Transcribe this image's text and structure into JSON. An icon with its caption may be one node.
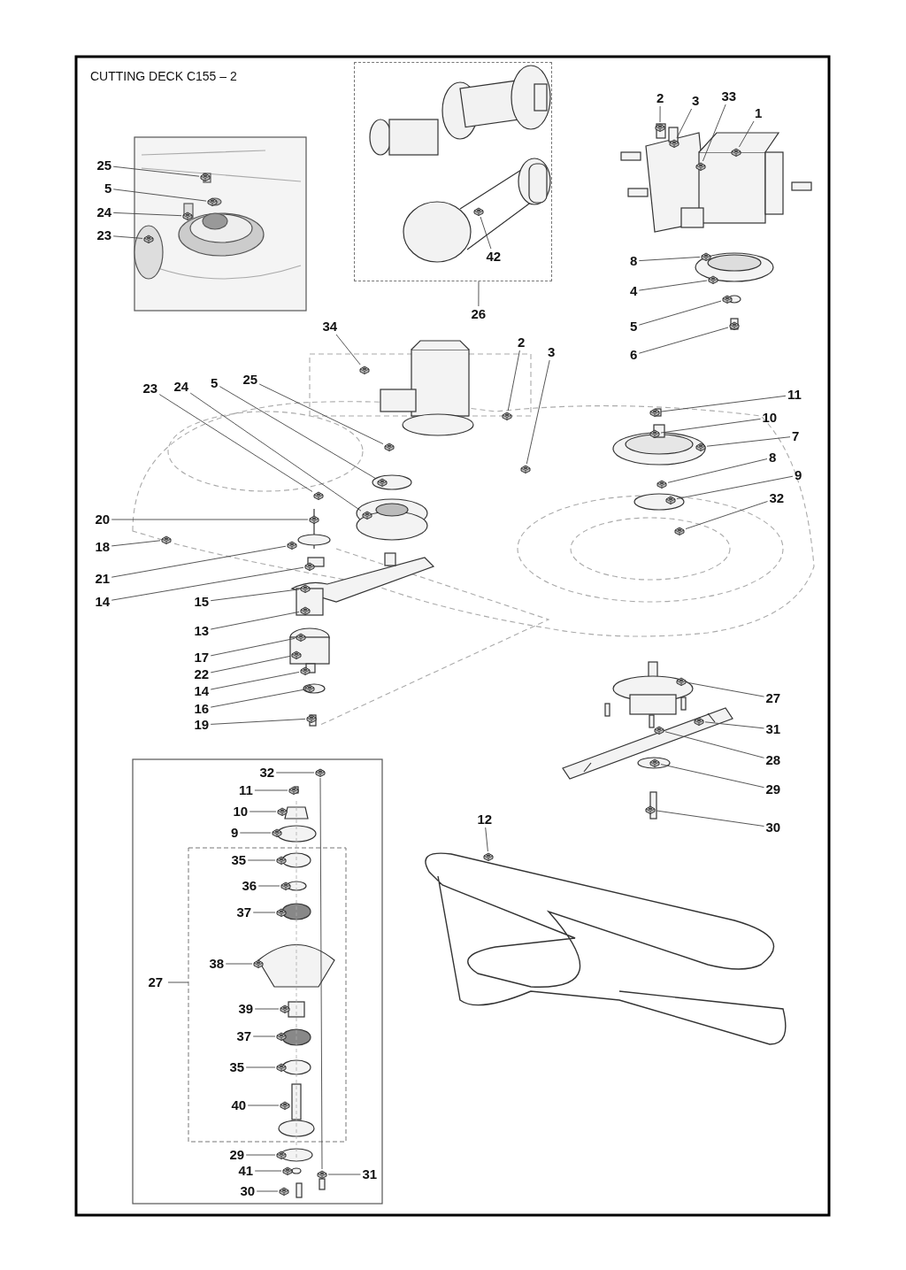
{
  "diagram": {
    "title": "CUTTING DECK C155 – 2",
    "nodes": [
      {
        "text": [
          "25"
        ]
      },
      {
        "text": [
          "5"
        ]
      },
      {
        "text": [
          "24"
        ]
      },
      {
        "text": [
          "23"
        ]
      },
      {
        "text": [],
        "shape": "box"
      },
      {
        "text": [
          "42"
        ],
        "in": 4
      },
      {
        "text": [
          "26"
        ]
      },
      {
        "text": [
          "2"
        ]
      },
      {
        "text": [
          "3"
        ]
      },
      {
        "text": [
          "33"
        ]
      },
      {
        "text": [
          "1"
        ]
      },
      {
        "text": [
          "8"
        ]
      },
      {
        "text": [
          "4"
        ]
      },
      {
        "text": [
          "5"
        ]
      },
      {
        "text": [
          "6"
        ]
      },
      {
        "text": [
          "34"
        ]
      },
      {
        "text": [
          "2"
        ]
      },
      {
        "text": [
          "3"
        ]
      },
      {
        "text": [
          "23"
        ]
      },
      {
        "text": [
          "24"
        ]
      },
      {
        "text": [
          "5"
        ]
      },
      {
        "text": [
          "25"
        ]
      },
      {
        "text": [
          "11"
        ]
      },
      {
        "text": [
          "10"
        ]
      },
      {
        "text": [
          "7"
        ]
      },
      {
        "text": [
          "8"
        ]
      },
      {
        "text": [
          "9"
        ]
      },
      {
        "text": [
          "32"
        ]
      },
      {
        "text": [
          "20"
        ]
      },
      {
        "text": [
          "18"
        ]
      },
      {
        "text": [
          "21"
        ]
      },
      {
        "text": [
          "14"
        ]
      },
      {
        "text": [
          "15"
        ]
      },
      {
        "text": [
          "13"
        ]
      },
      {
        "text": [
          "17"
        ]
      },
      {
        "text": [
          "22"
        ]
      },
      {
        "text": [
          "14"
        ]
      },
      {
        "text": [
          "16"
        ]
      },
      {
        "text": [
          "19"
        ]
      },
      {
        "text": [
          "27"
        ]
      },
      {
        "text": [
          "31"
        ]
      },
      {
        "text": [
          "28"
        ]
      },
      {
        "text": [
          "29"
        ]
      },
      {
        "text": [
          "30"
        ]
      },
      {
        "text": [
          "12"
        ]
      },
      {
        "text": [
          "32"
        ]
      },
      {
        "text": [
          "11"
        ]
      },
      {
        "text": [
          "10"
        ]
      },
      {
        "text": [
          "9"
        ]
      },
      {
        "text": [
          "35"
        ]
      },
      {
        "text": [
          "36"
        ]
      },
      {
        "text": [
          "37"
        ]
      },
      {
        "text": [
          "38"
        ]
      },
      {
        "text": [
          "39"
        ]
      },
      {
        "text": [
          "37"
        ]
      },
      {
        "text": [
          "35"
        ]
      },
      {
        "text": [
          "40"
        ]
      },
      {
        "text": [
          "29"
        ]
      },
      {
        "text": [
          "41"
        ]
      },
      {
        "text": [
          "31"
        ]
      },
      {
        "text": [
          "30"
        ]
      },
      {
        "text": [],
        "shape": "picture"
      },
      {
        "text": [],
        "shape": "picture"
      },
      {
        "text": [],
        "shape": "picture"
      },
      {
        "text": [],
        "shape": "picture"
      },
      {
        "text": [],
        "shape": "picture",
        "in": 4
      },
      {
        "text": [],
        "shape": "picture"
      },
      {
        "text": [],
        "shape": "picture"
      },
      {
        "text": [],
        "shape": "picture"
      },
      {
        "text": [],
        "shape": "picture"
      },
      {
        "text": [],
        "shape": "picture"
      },
      {
        "text": [],
        "shape": "picture"
      },
      {
        "text": [],
        "shape": "picture"
      },
      {
        "text": [],
        "shape": "picture"
      },
      {
        "text": [],
        "shape": "picture"
      },
      {
        "text": [],
        "shape": "picture"
      },
      {
        "text": [],
        "shape": "picture"
      },
      {
        "text": [],
        "shape": "picture"
      },
      {
        "text": [],
        "shape": "picture"
      },
      {
        "text": [],
        "shape": "picture"
      },
      {
        "text": [],
        "shape": "picture"
      },
      {
        "text": [],
        "shape": "picture"
      },
      {
        "text": [],
        "shape": "picture"
      },
      {
        "text": [],
        "shape": "picture"
      },
      {
        "text": [],
        "shape": "picture"
      },
      {
        "text": [],
        "shape": "picture"
      },
      {
        "text": [],
        "shape": "picture"
      },
      {
        "text": [],
        "shape": "picture"
      },
      {
        "text": [],
        "shape": "picture"
      },
      {
        "text": [],
        "shape": "picture"
      },
      {
        "text": [],
        "shape": "picture"
      },
      {
        "text": [],
        "shape": "picture"
      },
      {
        "text": [],
        "shape": "picture"
      },
      {
        "text": [],
        "shape": "picture"
      },
      {
        "text": [],
        "shape": "picture"
      },
      {
        "text": [],
        "shape": "picture"
      },
      {
        "text": [],
        "shape": "picture"
      },
      {
        "text": [],
        "shape": "picture"
      },
      {
        "text": [],
        "shape": "picture"
      },
      {
        "text": [],
        "shape": "picture"
      },
      {
        "text": [],
        "shape": "picture"
      },
      {
        "text": [],
        "shape": "picture"
      },
      {
        "text": [],
        "shape": "picture"
      },
      {
        "text": [],
        "shape": "picture"
      },
      {
        "text": [],
        "shape": "picture"
      },
      {
        "text": [],
        "shape": "picture"
      },
      {
        "text": [],
        "shape": "picture"
      },
      {
        "text": [],
        "shape": "picture"
      },
      {
        "text": [],
        "shape": "picture"
      },
      {
        "text": [],
        "shape": "picture"
      },
      {
        "text": [],
        "shape": "picture"
      },
      {
        "text": [],
        "shape": "picture"
      },
      {
        "text": [],
        "shape": "picture"
      },
      {
        "text": [],
        "shape": "picture"
      },
      {
        "text": [],
        "shape": "picture"
      },
      {
        "text": [],
        "shape": "picture"
      },
      {
        "text": [],
        "shape": "picture"
      },
      {
        "text": [],
        "shape": "picture"
      },
      {
        "text": [],
        "shape": "picture"
      },
      {
        "text": [],
        "shape": "picture"
      }
    ],
    "edges": [
      {
        "from": 0,
        "to": 61,
        "arrow": "none"
      },
      {
        "from": 1,
        "to": 62,
        "arrow": "none"
      },
      {
        "from": 2,
        "to": 63,
        "arrow": "none"
      },
      {
        "from": 3,
        "to": 64,
        "arrow": "none"
      },
      {
        "from": 5,
        "to": 65,
        "arrow": "none"
      },
      {
        "from": 6,
        "to": 4,
        "arrow": "none"
      },
      {
        "from": 7,
        "to": 66,
        "arrow": "none"
      },
      {
        "from": 8,
        "to": 67,
        "arrow": "none"
      },
      {
        "from": 9,
        "to": 68,
        "arrow": "none"
      },
      {
        "from": 10,
        "to": 69,
        "arrow": "none"
      },
      {
        "from": 11,
        "to": 70,
        "arrow": "none"
      },
      {
        "from": 12,
        "to": 71,
        "arrow": "none"
      },
      {
        "from": 13,
        "to": 72,
        "arrow": "none"
      },
      {
        "from": 14,
        "to": 73,
        "arrow": "none"
      },
      {
        "from": 15,
        "to": 74,
        "arrow": "none"
      },
      {
        "from": 16,
        "to": 75,
        "arrow": "none"
      },
      {
        "from": 17,
        "to": 76,
        "arrow": "none"
      },
      {
        "from": 18,
        "to": 77,
        "arrow": "none"
      },
      {
        "from": 19,
        "to": 78,
        "arrow": "none"
      },
      {
        "from": 20,
        "to": 79,
        "arrow": "none"
      },
      {
        "from": 21,
        "to": 80,
        "arrow": "none"
      },
      {
        "from": 22,
        "to": 81,
        "arrow": "none"
      },
      {
        "from": 23,
        "to": 82,
        "arrow": "none"
      },
      {
        "from": 24,
        "to": 83,
        "arrow": "none"
      },
      {
        "from": 25,
        "to": 84,
        "arrow": "none"
      },
      {
        "from": 26,
        "to": 85,
        "arrow": "none"
      },
      {
        "from": 27,
        "to": 86,
        "arrow": "none"
      },
      {
        "from": 28,
        "to": 87,
        "arrow": "none"
      },
      {
        "from": 29,
        "to": 88,
        "arrow": "none"
      },
      {
        "from": 30,
        "to": 89,
        "arrow": "none"
      },
      {
        "from": 31,
        "to": 90,
        "arrow": "none"
      },
      {
        "from": 32,
        "to": 91,
        "arrow": "none"
      },
      {
        "from": 33,
        "to": 92,
        "arrow": "none"
      },
      {
        "from": 34,
        "to": 93,
        "arrow": "none"
      },
      {
        "from": 35,
        "to": 94,
        "arrow": "none"
      },
      {
        "from": 36,
        "to": 95,
        "arrow": "none"
      },
      {
        "from": 37,
        "to": 96,
        "arrow": "none"
      },
      {
        "from": 38,
        "to": 97,
        "arrow": "none"
      },
      {
        "from": 39,
        "to": 98,
        "arrow": "none"
      },
      {
        "from": 40,
        "to": 99,
        "arrow": "none"
      },
      {
        "from": 41,
        "to": 100,
        "arrow": "none"
      },
      {
        "from": 42,
        "to": 101,
        "arrow": "none"
      },
      {
        "from": 43,
        "to": 102,
        "arrow": "none"
      },
      {
        "from": 44,
        "to": 103,
        "arrow": "none"
      },
      {
        "from": 45,
        "to": 104,
        "arrow": "none"
      },
      {
        "from": 46,
        "to": 105,
        "arrow": "none"
      },
      {
        "from": 47,
        "to": 106,
        "arrow": "none"
      },
      {
        "from": 48,
        "to": 107,
        "arrow": "none"
      },
      {
        "from": 49,
        "to": 108,
        "arrow": "none"
      },
      {
        "from": 50,
        "to": 109,
        "arrow": "none"
      },
      {
        "from": 51,
        "to": 110,
        "arrow": "none"
      },
      {
        "from": 52,
        "to": 111,
        "arrow": "none"
      },
      {
        "from": 53,
        "to": 112,
        "arrow": "none"
      },
      {
        "from": 54,
        "to": 113,
        "arrow": "none"
      },
      {
        "from": 55,
        "to": 114,
        "arrow": "none"
      },
      {
        "from": 56,
        "to": 115,
        "arrow": "none"
      },
      {
        "from": 57,
        "to": 116,
        "arrow": "none"
      },
      {
        "from": 58,
        "to": 117,
        "arrow": "none"
      },
      {
        "from": 59,
        "to": 118,
        "arrow": "none"
      },
      {
        "from": 60,
        "to": 119,
        "arrow": "none"
      },
      {
        "from": 104,
        "to": 118,
        "arrow": "none"
      }
    ],
    "labels": [
      "27"
    ]
  }
}
